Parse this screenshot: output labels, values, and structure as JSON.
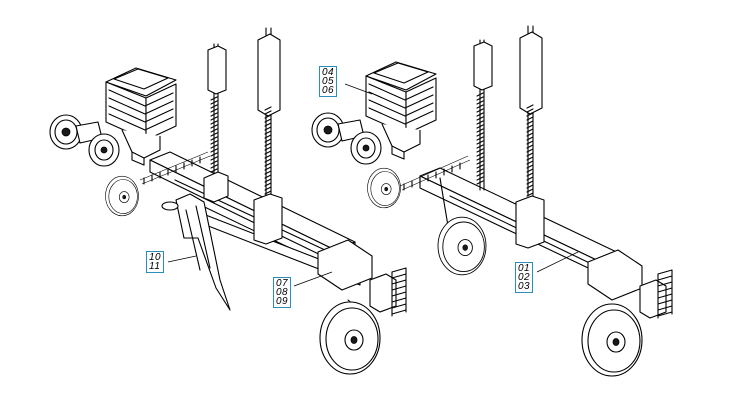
{
  "callouts": {
    "right_top": [
      "04",
      "05",
      "06"
    ],
    "right_mid": [
      "01",
      "02",
      "03"
    ],
    "left_mid": [
      "07",
      "08",
      "09"
    ],
    "left_low": [
      "10",
      "11"
    ]
  }
}
